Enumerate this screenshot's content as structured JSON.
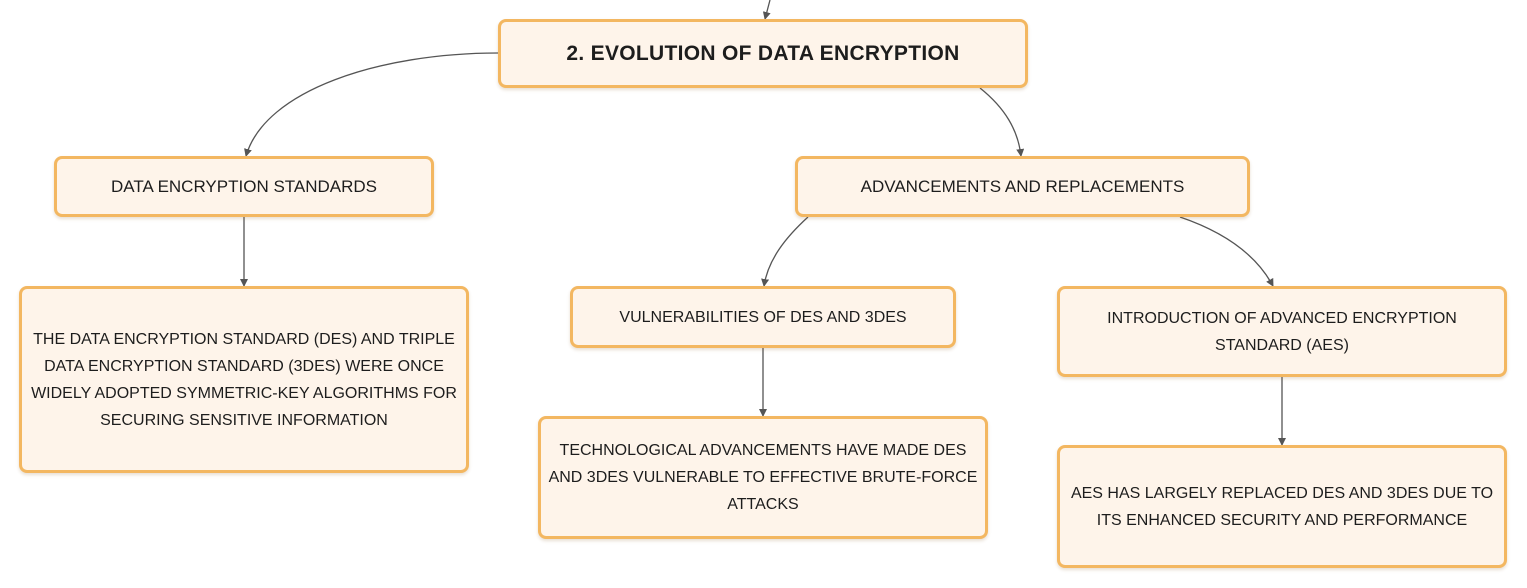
{
  "diagram": {
    "root": {
      "label": "2. Evolution of Data Encryption"
    },
    "branches": {
      "des_standards": {
        "label": "Data Encryption Standards",
        "detail": "The Data Encryption Standard (DES) and Triple Data Encryption Standard (3DES) were once widely adopted symmetric-key algorithms for securing sensitive information"
      },
      "advancements": {
        "label": "Advancements and Replacements",
        "vulnerabilities": {
          "label": "Vulnerabilities of DES and 3DES",
          "detail": "Technological advancements have made DES and 3DES vulnerable to effective brute-force attacks"
        },
        "aes_intro": {
          "label": "Introduction of Advanced Encryption Standard (AES)",
          "detail": "AES has largely replaced DES and 3DES due to its enhanced security and performance"
        }
      }
    }
  },
  "colors": {
    "node_fill": "#fef4ea",
    "node_border": "#f3b761",
    "connector": "#555555",
    "text": "#1d1d1d"
  }
}
